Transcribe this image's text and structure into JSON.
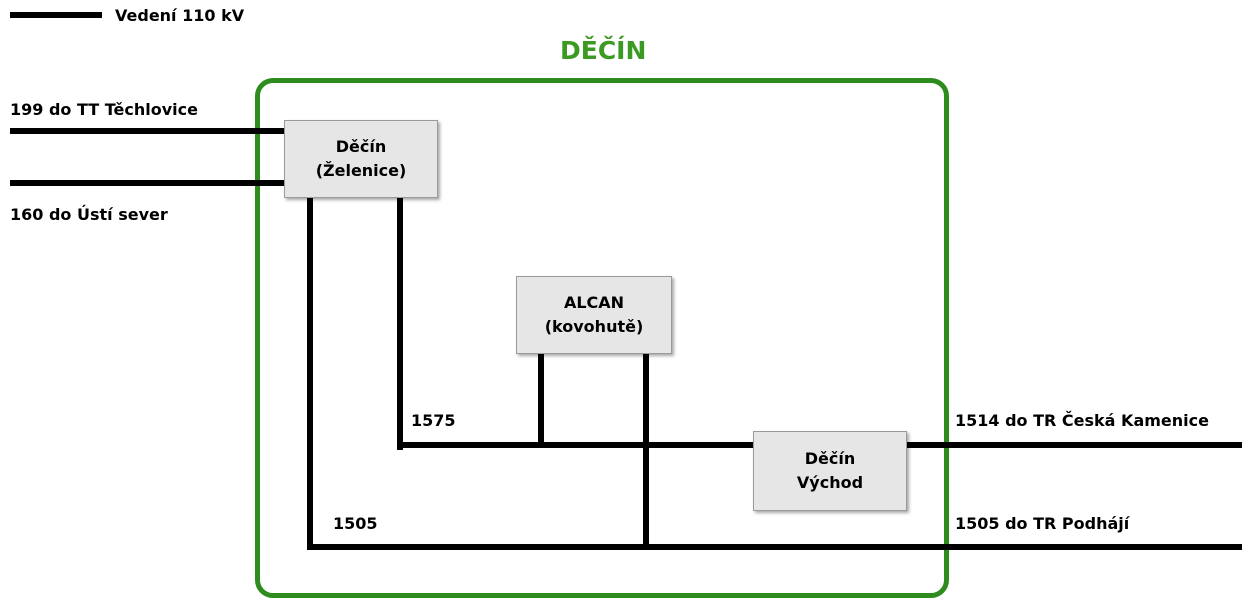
{
  "legend": {
    "label": "Vedení 110 kV"
  },
  "region": {
    "title": "DĚČÍN",
    "color": "#3a9a22"
  },
  "stations": {
    "zelenice": {
      "line1": "Děčín",
      "line2": "(Želenice)"
    },
    "alcan": {
      "line1": "ALCAN",
      "line2": "(kovohutě)"
    },
    "vychod": {
      "line1": "Děčín",
      "line2": "Východ"
    }
  },
  "lines": {
    "l199": "199 do TT Těchlovice",
    "l160": "160 do Ústí sever",
    "l1575": "1575",
    "l1514": "1514 do TR Česká Kamenice",
    "l1505_inner": "1505",
    "l1505_outer": "1505 do TR Podhájí"
  }
}
